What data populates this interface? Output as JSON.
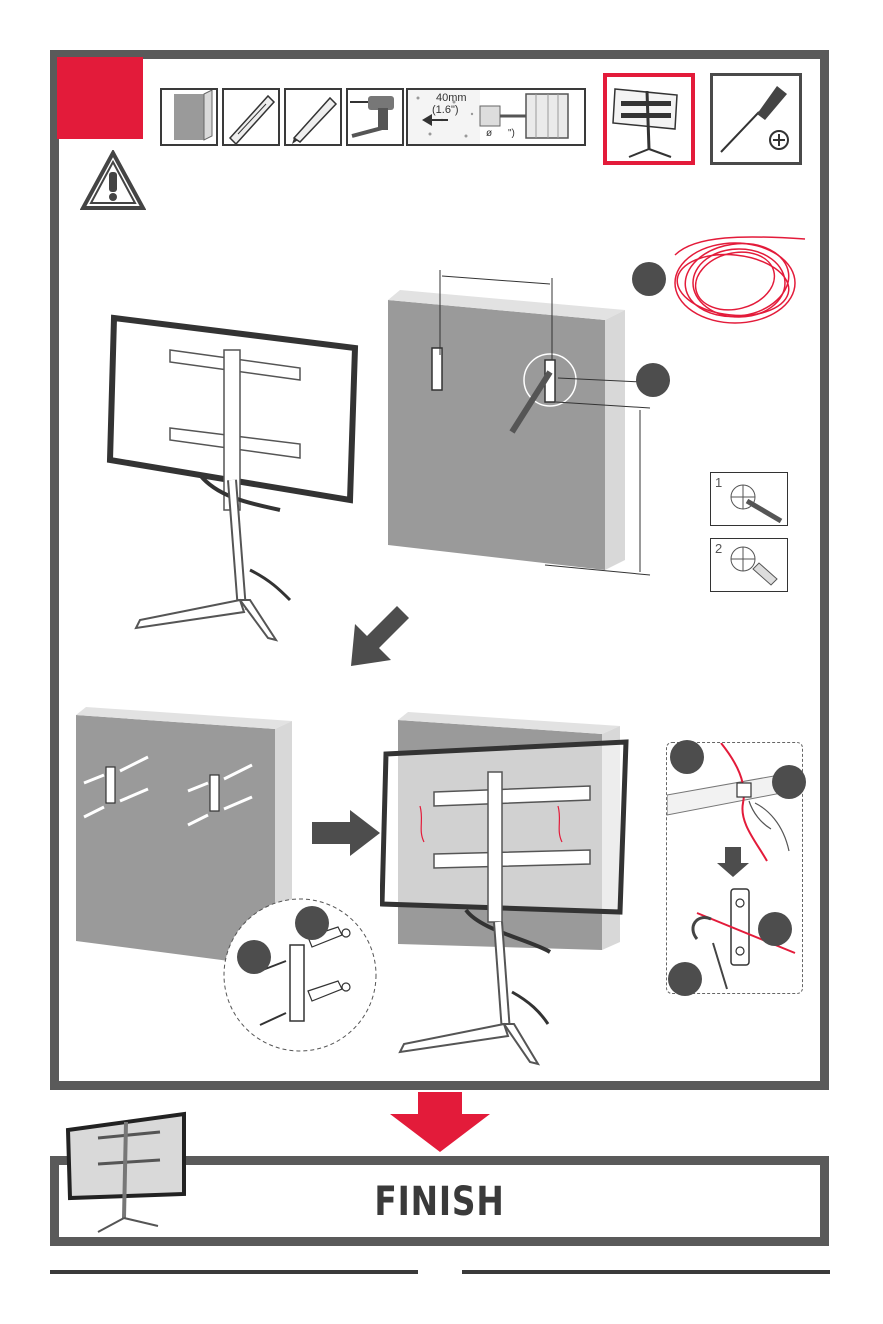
{
  "tools": {
    "drill_depth": "40mm",
    "drill_depth_inch": "(1.6\")",
    "drill_diameter": "ø",
    "drill_diameter_close": "\")"
  },
  "steps": {
    "step1": "1",
    "step2": "2"
  },
  "finish": {
    "label": "FINISH"
  },
  "colors": {
    "accent_red": "#e31b3a",
    "frame_gray": "#5a5a5a",
    "wall_gray": "#8a8a8a",
    "arrow_gray": "#4d4d4d"
  }
}
